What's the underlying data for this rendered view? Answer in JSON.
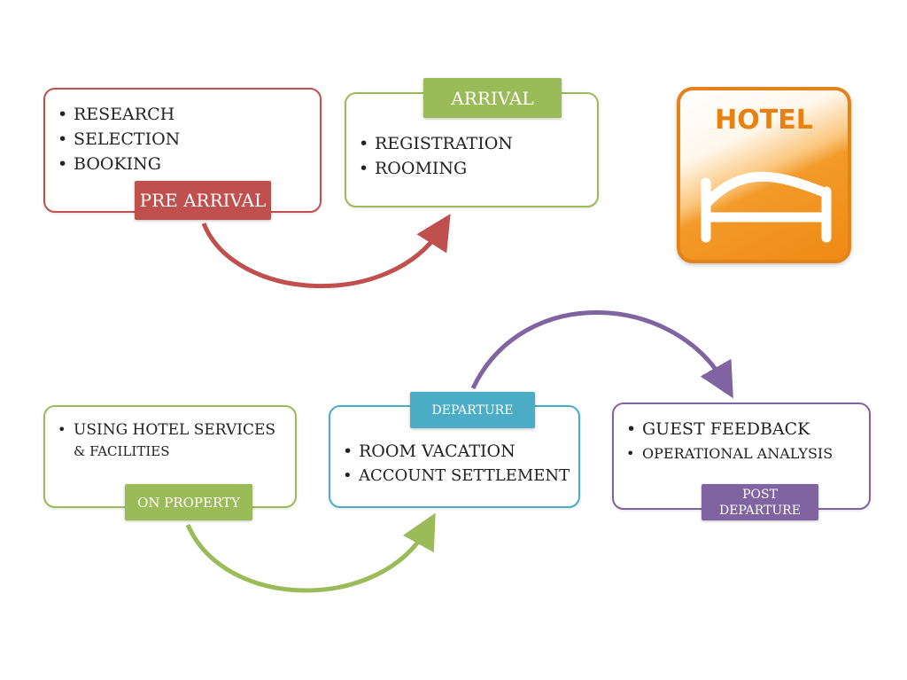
{
  "colors": {
    "red": "#c0504d",
    "green": "#9bbb59",
    "teal": "#4bacc6",
    "purple": "#8064a2",
    "hotel_orange": "#f08c1a"
  },
  "pre_arrival": {
    "label": "PRE ARRIVAL",
    "items": [
      "RESEARCH",
      "SELECTION",
      "BOOKING"
    ]
  },
  "arrival": {
    "label": "ARRIVAL",
    "items": [
      "REGISTRATION",
      "ROOMING"
    ]
  },
  "hotel_icon": {
    "text": "HOTEL",
    "icon": "bed-icon"
  },
  "on_property": {
    "label": "ON PROPERTY",
    "item_line1": "USING HOTEL SERVICES",
    "item_line2": "& FACILITIES"
  },
  "departure": {
    "label": "DEPARTURE",
    "items": [
      "ROOM VACATION",
      "ACCOUNT SETTLEMENT"
    ]
  },
  "post_departure": {
    "label_line1": "POST",
    "label_line2": "DEPARTURE",
    "items": [
      "GUEST FEEDBACK",
      "OPERATIONAL ANALYSIS"
    ]
  }
}
